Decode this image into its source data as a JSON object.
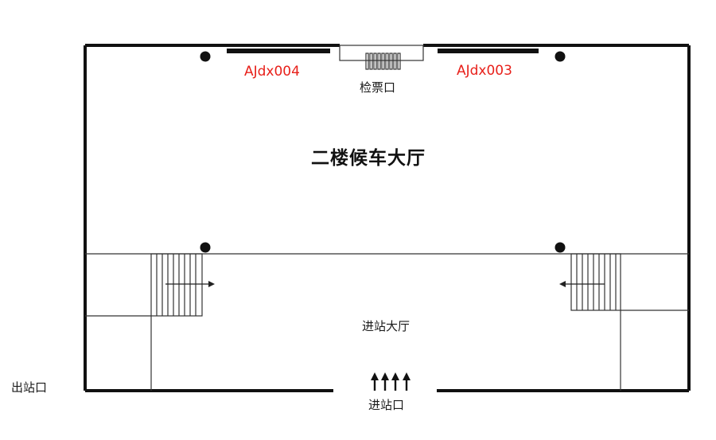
{
  "labels": {
    "title": "二楼候车大厅",
    "device_left": "AJdx004",
    "device_right": "AJdx003",
    "ticket_gate": "检票口",
    "entry_hall": "进站大厅",
    "entry_gate": "进站口",
    "exit_gate": "出站口"
  },
  "colors": {
    "wall": "#111111",
    "line": "#333333",
    "device_label": "#e8201a",
    "background": "#ffffff"
  },
  "icons": {
    "entry_arrows": "up-arrow-icon",
    "stair_left_arrow": "right-arrow-icon",
    "stair_right_arrow": "left-arrow-icon"
  }
}
